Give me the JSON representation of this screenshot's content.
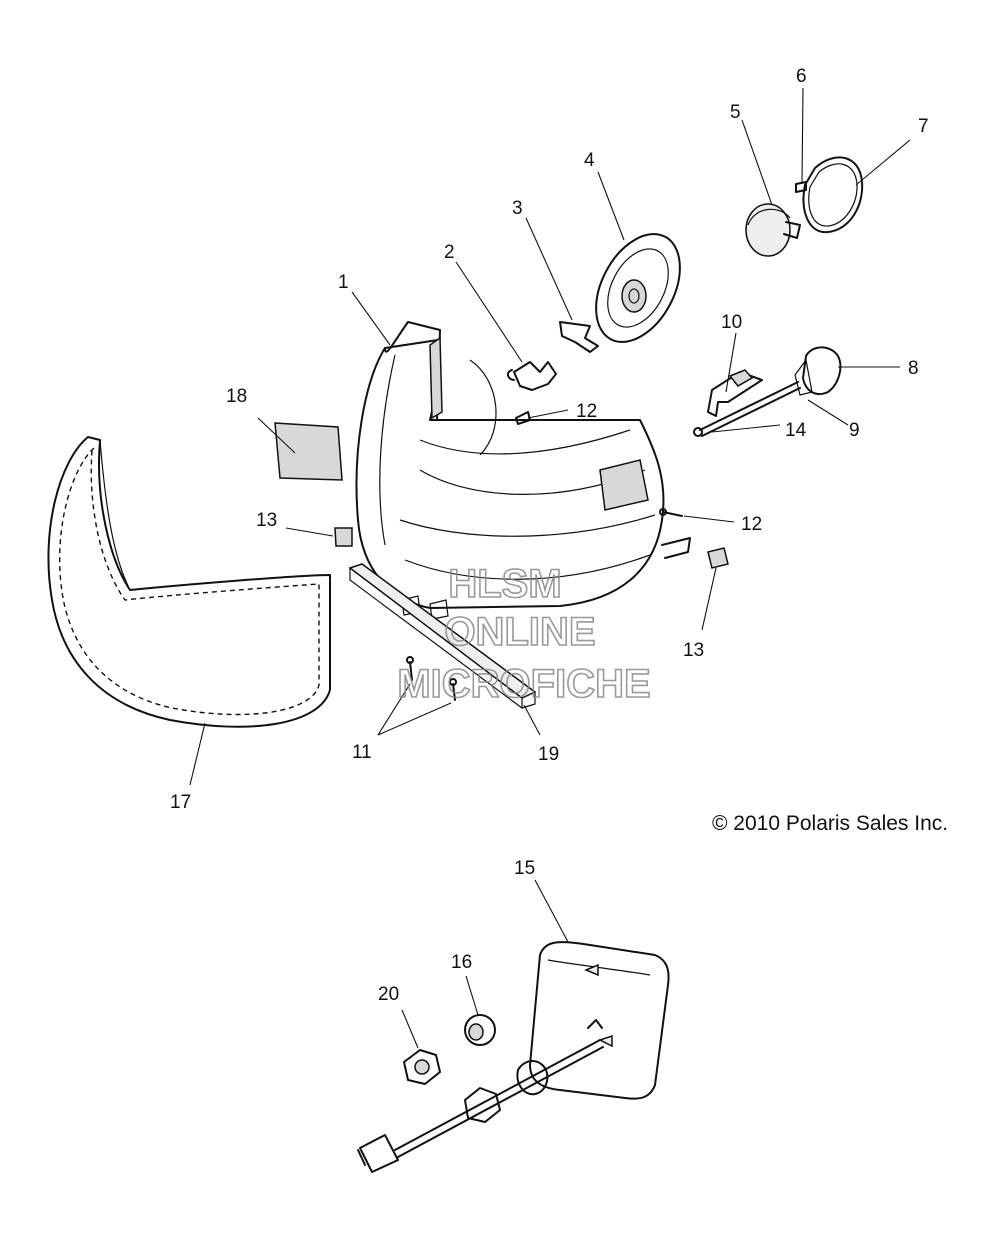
{
  "diagram": {
    "callouts": [
      "1",
      "2",
      "3",
      "4",
      "5",
      "6",
      "7",
      "8",
      "9",
      "10",
      "11",
      "12",
      "12",
      "13",
      "13",
      "14",
      "15",
      "16",
      "17",
      "18",
      "19",
      "20"
    ],
    "watermark": {
      "line1": "HLSM",
      "line2": "ONLINE",
      "line3": "MICROFICHE"
    },
    "copyright": "© 2010 Polaris Sales Inc."
  }
}
